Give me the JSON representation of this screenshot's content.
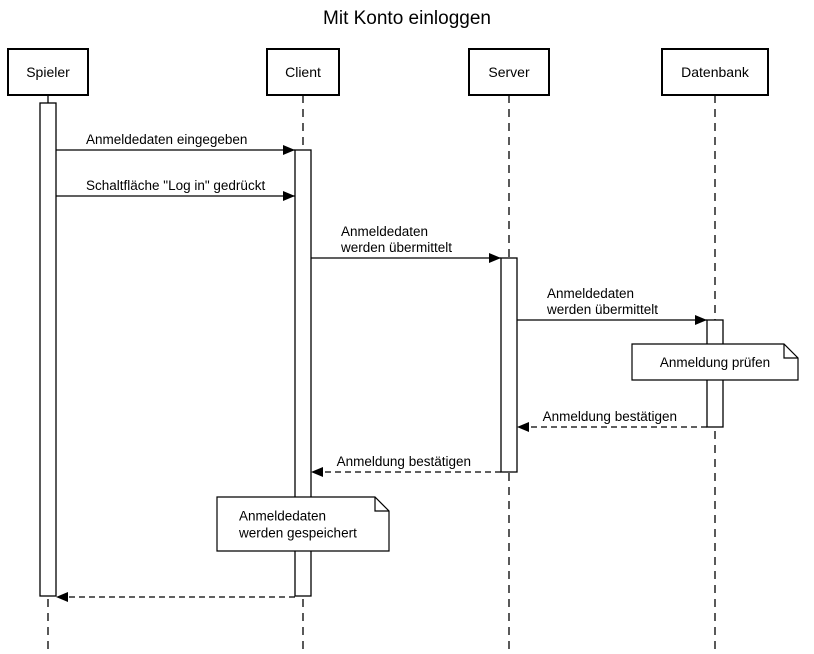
{
  "diagram": {
    "title": "Mit Konto einloggen",
    "participants": [
      {
        "id": "spieler",
        "label": "Spieler"
      },
      {
        "id": "client",
        "label": "Client"
      },
      {
        "id": "server",
        "label": "Server"
      },
      {
        "id": "datenbank",
        "label": "Datenbank"
      }
    ],
    "messages": [
      {
        "from": "spieler",
        "to": "client",
        "kind": "sync",
        "lines": [
          "Anmeldedaten eingegeben"
        ]
      },
      {
        "from": "spieler",
        "to": "client",
        "kind": "sync",
        "lines": [
          "Schaltfläche \"Log in\" gedrückt"
        ]
      },
      {
        "from": "client",
        "to": "server",
        "kind": "sync",
        "lines": [
          "Anmeldedaten",
          "werden übermittelt"
        ]
      },
      {
        "from": "server",
        "to": "datenbank",
        "kind": "sync",
        "lines": [
          "Anmeldedaten",
          "werden übermittelt"
        ]
      },
      {
        "from": "datenbank",
        "to": "server",
        "kind": "reply",
        "lines": [
          "Anmeldung bestätigen"
        ]
      },
      {
        "from": "server",
        "to": "client",
        "kind": "reply",
        "lines": [
          "Anmeldung bestätigen"
        ]
      },
      {
        "from": "client",
        "to": "spieler",
        "kind": "reply",
        "lines": []
      }
    ],
    "notes": [
      {
        "over": "datenbank",
        "lines": [
          "Anmeldung prüfen"
        ]
      },
      {
        "over": "client",
        "lines": [
          "Anmeldedaten",
          "werden gespeichert"
        ]
      }
    ]
  },
  "colors": {
    "stroke": "#000000",
    "background": "#ffffff"
  }
}
